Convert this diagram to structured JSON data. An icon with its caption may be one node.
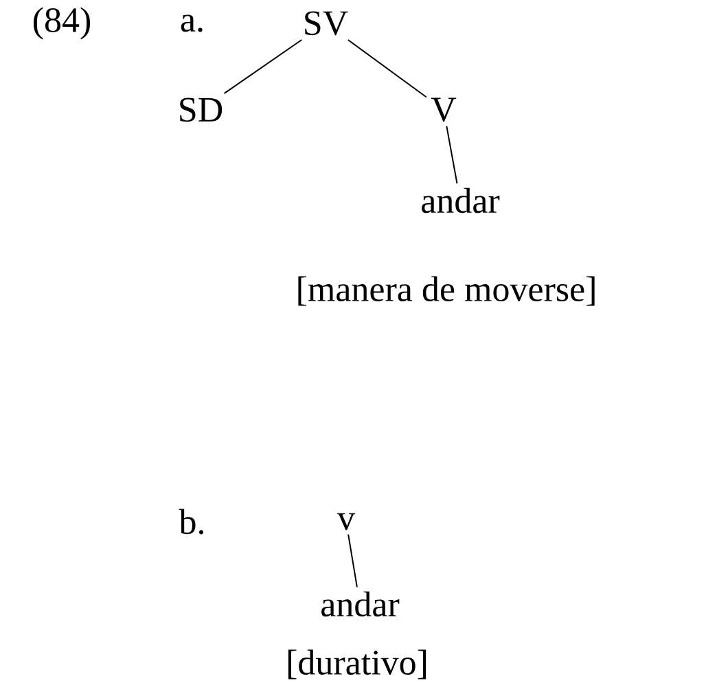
{
  "diagram": {
    "nodes": [
      {
        "text": [
          "SV"
        ]
      },
      {
        "text": [
          "SD"
        ]
      },
      {
        "text": [
          "V"
        ]
      },
      {
        "text": [
          "andar"
        ]
      },
      {
        "text": [
          "v"
        ]
      },
      {
        "text": [
          "andar"
        ]
      }
    ],
    "edges": [
      {
        "from": 0,
        "to": 1,
        "arrow": "none"
      },
      {
        "from": 0,
        "to": 2,
        "arrow": "none"
      },
      {
        "from": 2,
        "to": 3,
        "arrow": "none"
      },
      {
        "from": 4,
        "to": 5,
        "arrow": "none"
      }
    ],
    "labels": [
      "(84)",
      "a.",
      "[manera de moverse]",
      "b.",
      "[durativo]"
    ]
  }
}
